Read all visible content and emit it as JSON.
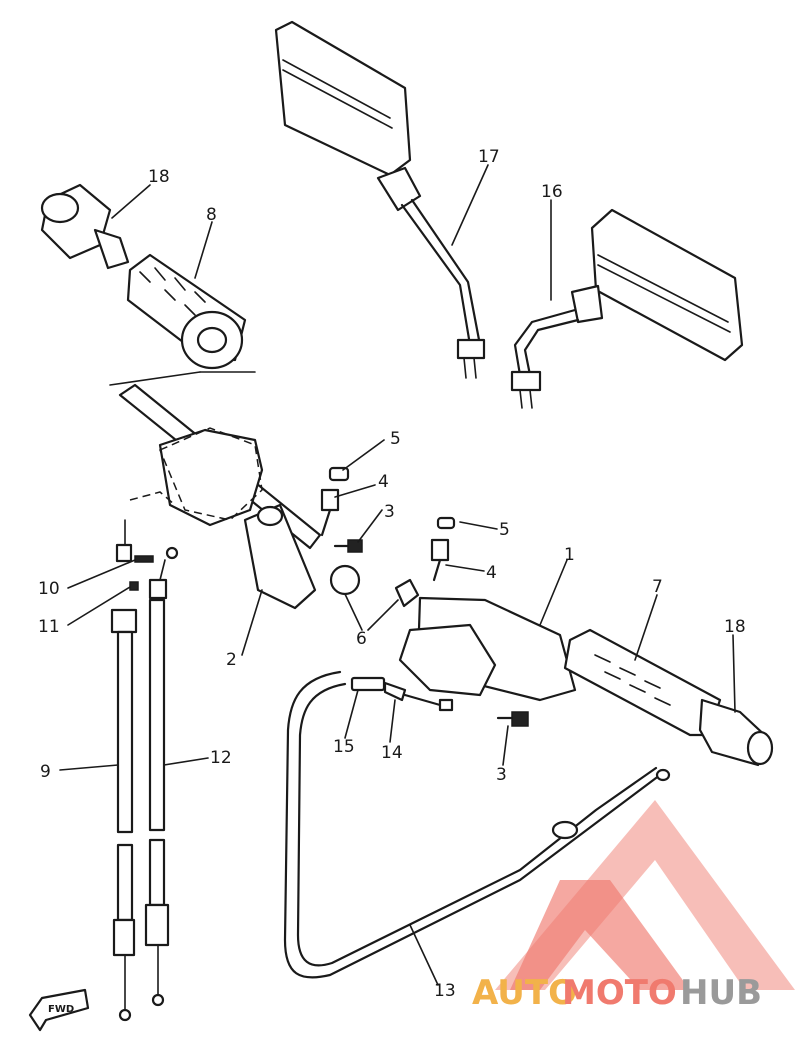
{
  "callouts": [
    {
      "id": "c18a",
      "text": "18"
    },
    {
      "id": "c8",
      "text": "8"
    },
    {
      "id": "c17",
      "text": "17"
    },
    {
      "id": "c16",
      "text": "16"
    },
    {
      "id": "c5a",
      "text": "5"
    },
    {
      "id": "c4a",
      "text": "4"
    },
    {
      "id": "c3a",
      "text": "3"
    },
    {
      "id": "c5b",
      "text": "5"
    },
    {
      "id": "c4b",
      "text": "4"
    },
    {
      "id": "c1",
      "text": "1"
    },
    {
      "id": "c7",
      "text": "7"
    },
    {
      "id": "c18b",
      "text": "18"
    },
    {
      "id": "c10",
      "text": "10"
    },
    {
      "id": "c11",
      "text": "11"
    },
    {
      "id": "c2",
      "text": "2"
    },
    {
      "id": "c6",
      "text": "6"
    },
    {
      "id": "c15",
      "text": "15"
    },
    {
      "id": "c14",
      "text": "14"
    },
    {
      "id": "c3b",
      "text": "3"
    },
    {
      "id": "c9",
      "text": "9"
    },
    {
      "id": "c12",
      "text": "12"
    },
    {
      "id": "c13",
      "text": "13"
    }
  ],
  "fwd_label": "FWD",
  "watermark": {
    "part1": "AUTO",
    "part2": "MOTO",
    "part3": "HUB",
    "colors": {
      "auto": "#f2b24a",
      "moto": "#f07a6e",
      "hub": "#9a9a9a"
    }
  }
}
